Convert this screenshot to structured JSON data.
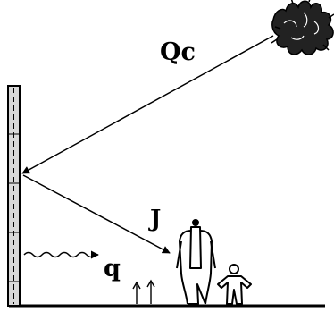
{
  "labels": {
    "convective_heat": "Qc",
    "radiant_heat": "J",
    "conductive_heat": "q"
  },
  "colors": {
    "ink": "#000000",
    "wall_fill": "#d8d8d8",
    "background": "#ffffff"
  },
  "icons": {
    "heat_source": "fire-icon",
    "wall": "wall-icon",
    "adult": "adult-figure-icon",
    "child": "child-figure-icon",
    "vapor": "vapor-arrows-icon"
  }
}
